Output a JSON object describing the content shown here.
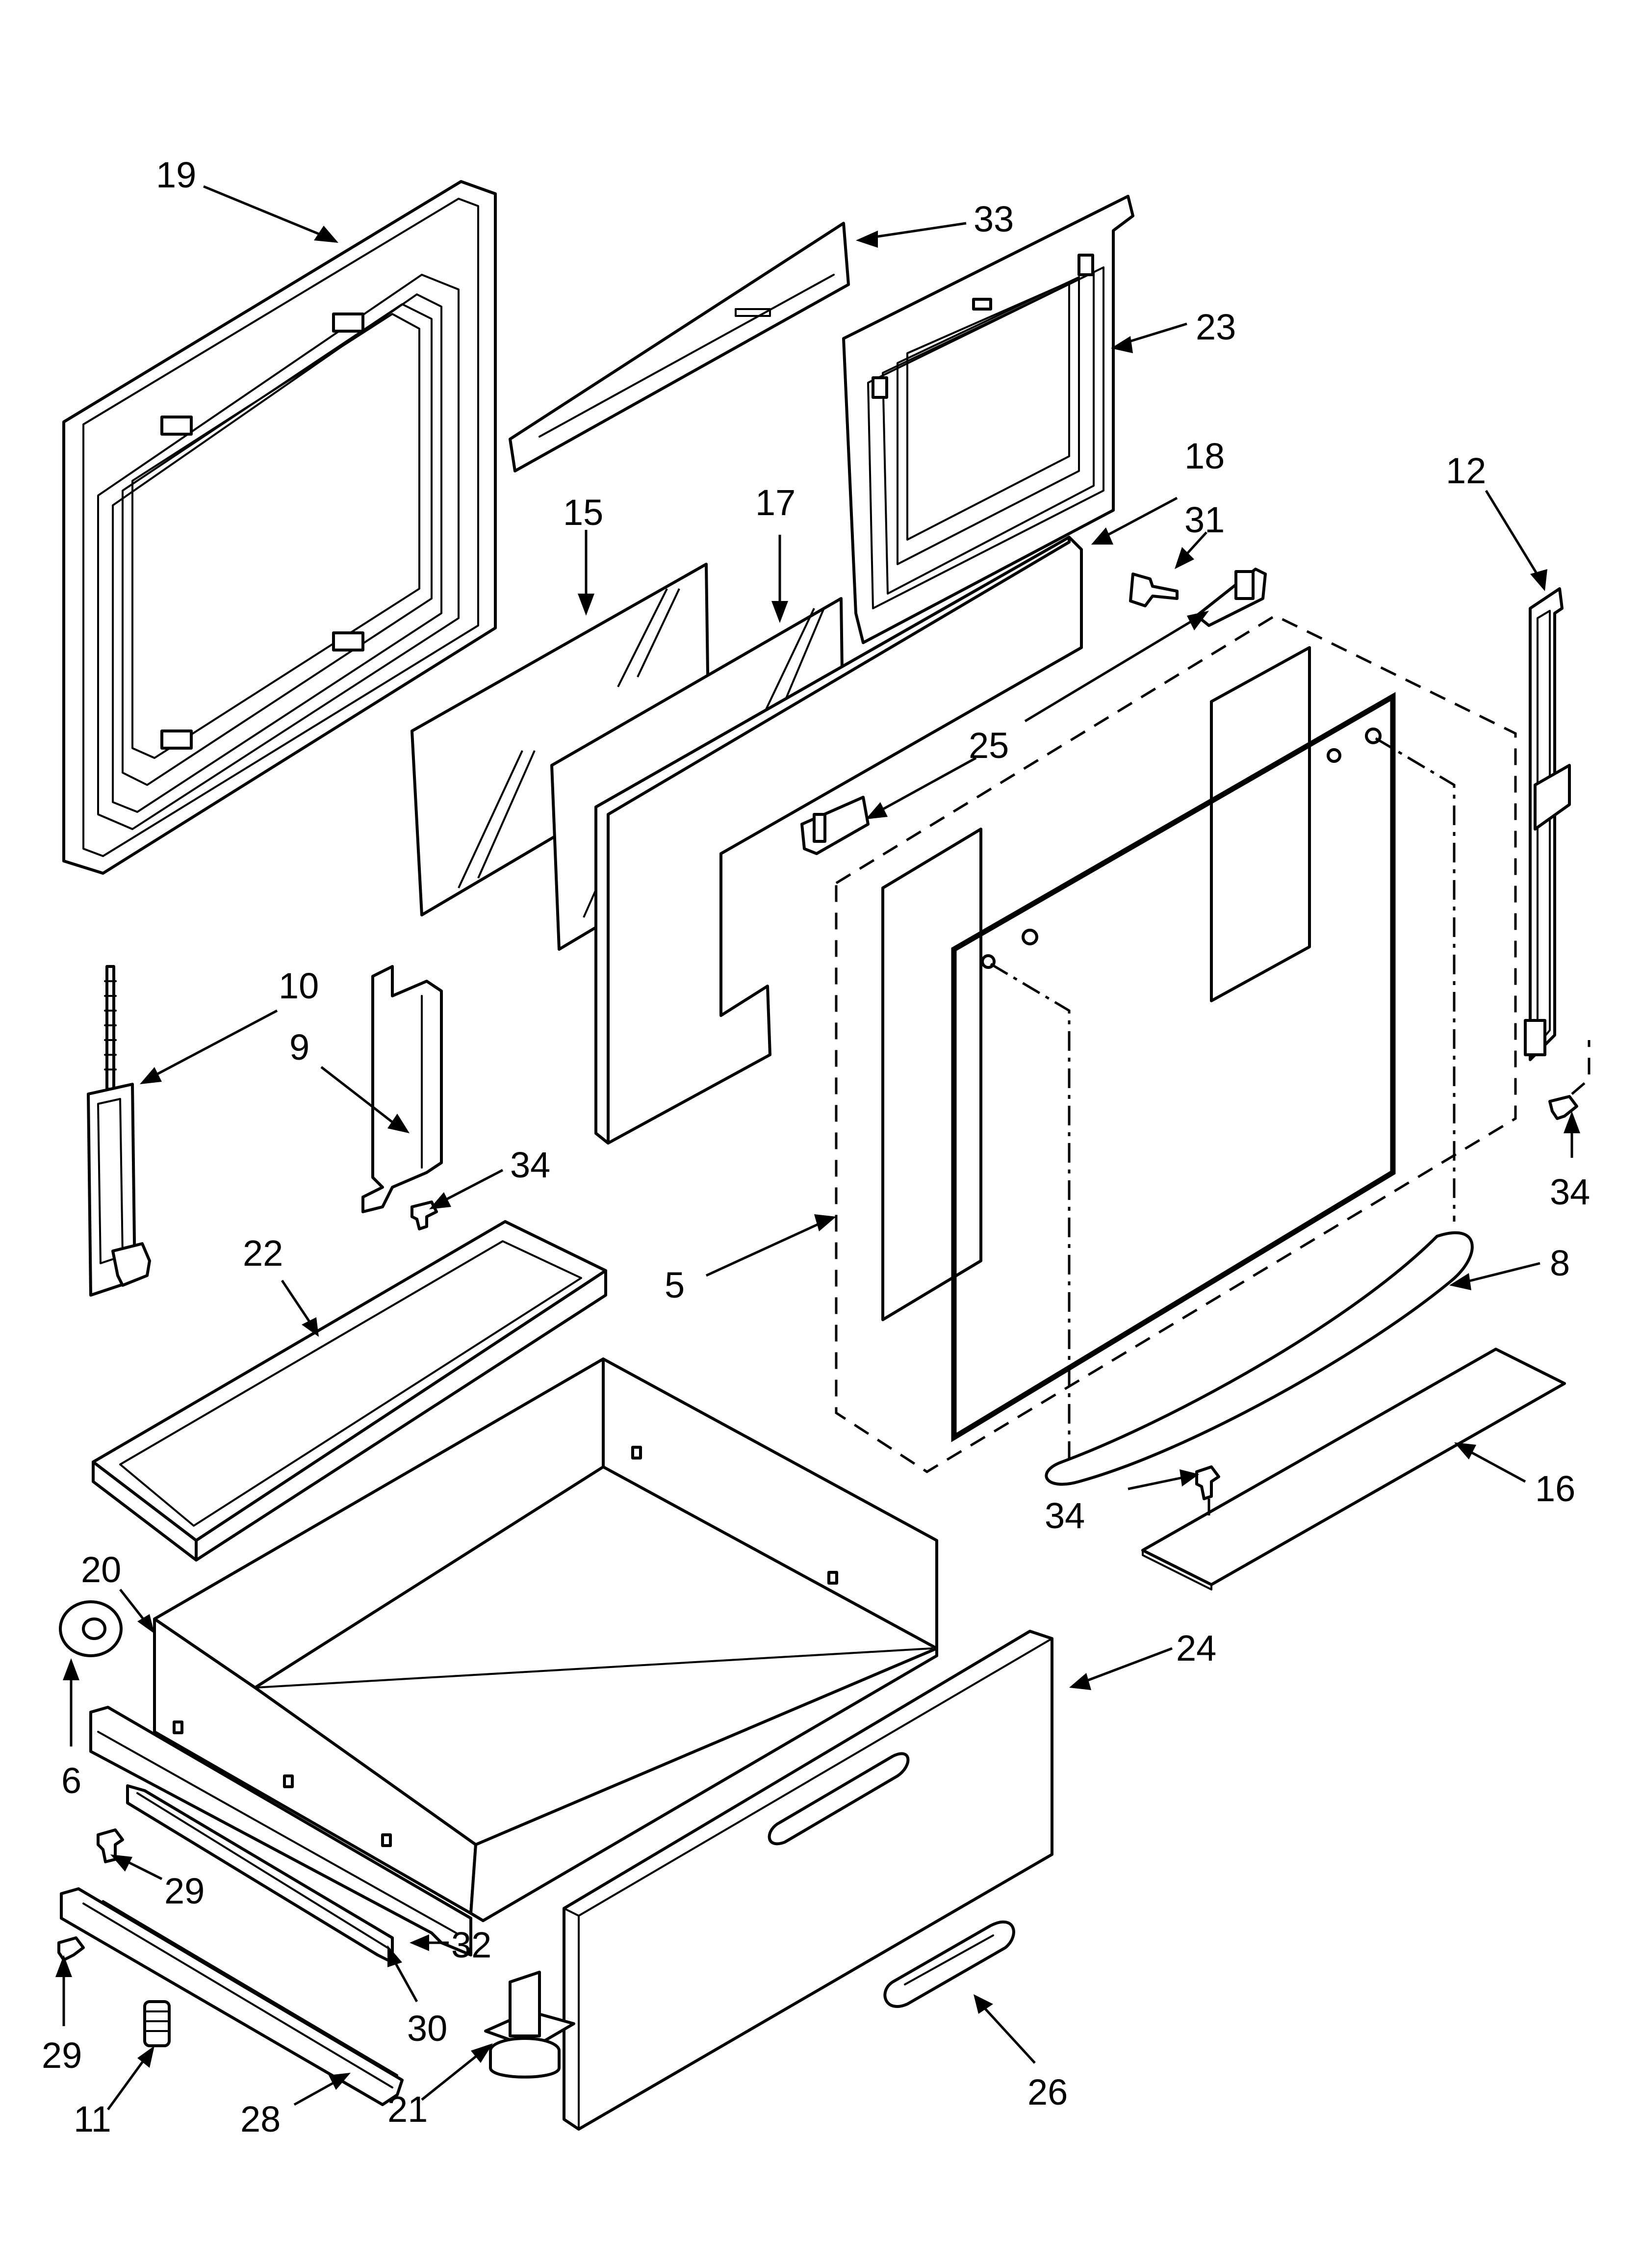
{
  "diagram": {
    "type": "exploded-parts-view",
    "callouts": [
      {
        "id": "c19",
        "label": "19"
      },
      {
        "id": "c33",
        "label": "33"
      },
      {
        "id": "c23",
        "label": "23"
      },
      {
        "id": "c18",
        "label": "18"
      },
      {
        "id": "c31",
        "label": "31"
      },
      {
        "id": "c15",
        "label": "15"
      },
      {
        "id": "c17",
        "label": "17"
      },
      {
        "id": "c12",
        "label": "12"
      },
      {
        "id": "c25",
        "label": "25"
      },
      {
        "id": "c10",
        "label": "10"
      },
      {
        "id": "c9",
        "label": "9"
      },
      {
        "id": "c34a",
        "label": "34"
      },
      {
        "id": "c34b",
        "label": "34"
      },
      {
        "id": "c5",
        "label": "5"
      },
      {
        "id": "c8",
        "label": "8"
      },
      {
        "id": "c22",
        "label": "22"
      },
      {
        "id": "c34c",
        "label": "34"
      },
      {
        "id": "c16",
        "label": "16"
      },
      {
        "id": "c20",
        "label": "20"
      },
      {
        "id": "c24",
        "label": "24"
      },
      {
        "id": "c6",
        "label": "6"
      },
      {
        "id": "c29a",
        "label": "29"
      },
      {
        "id": "c32",
        "label": "32"
      },
      {
        "id": "c30",
        "label": "30"
      },
      {
        "id": "c29b",
        "label": "29"
      },
      {
        "id": "c11",
        "label": "11"
      },
      {
        "id": "c28",
        "label": "28"
      },
      {
        "id": "c21",
        "label": "21"
      },
      {
        "id": "c26",
        "label": "26"
      }
    ]
  }
}
